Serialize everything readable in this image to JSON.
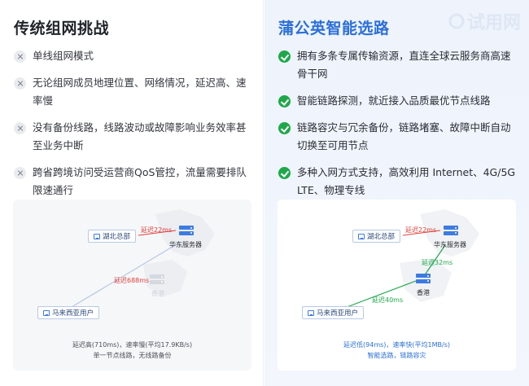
{
  "left": {
    "title": "传统组网挑战",
    "items": [
      "单线组网模式",
      "无论组网成员地理位置、网络情况，延迟高、速率慢",
      "没有备份线路，线路波动或故障影响业务效率甚至业务中断",
      "跨省跨境访问受运营商QoS管控，流量需要排队限速通行"
    ],
    "diagram": {
      "hq": "湖北总部",
      "server": "华东服务器",
      "user": "马来西亚用户",
      "hk": "香港",
      "latency_top": "延迟22ms",
      "latency_mid": "延迟688ms",
      "caption_line1": "延迟高(710ms)，速率慢(平均17.9KB/s)",
      "caption_line2": "单一节点线路，无线路备份"
    }
  },
  "right": {
    "title": "蒲公英智能选路",
    "watermark": "试用网",
    "items": [
      "拥有多条专属传输资源，直连全球云服务商高速骨干网",
      "智能链路探测，就近接入品质最优节点线路",
      "链路容灾与冗余备份，链路堵塞、故障中断自动切换至可用节点",
      "多种入网方式支持，高效利用 Internet、4G/5G LTE、物理专线"
    ],
    "diagram": {
      "hq": "湖北总部",
      "server": "华东服务器",
      "user": "马来西亚用户",
      "hk": "香港",
      "latency_top": "延迟22ms",
      "latency_hk": "延迟32ms",
      "latency_user": "延迟40ms",
      "caption_line1": "延迟低(94ms)，速率快(平均1MB/s)",
      "caption_line2": "智能选路，链路容灾"
    }
  },
  "colors": {
    "accent": "#2b6fd8",
    "ok": "#1fa84a",
    "bad": "#e0413b"
  }
}
